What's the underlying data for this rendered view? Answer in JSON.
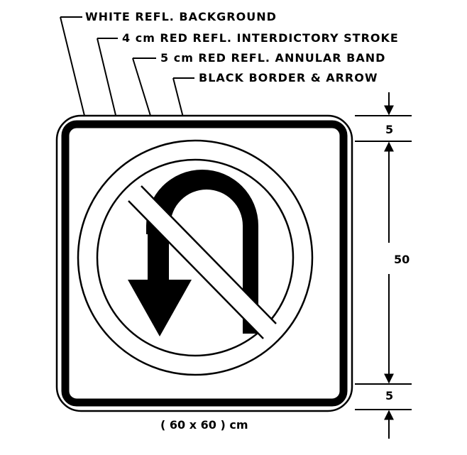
{
  "callouts": {
    "background": "WHITE REFL. BACKGROUND",
    "stroke": "4 cm RED REFL. INTERDICTORY STROKE",
    "band": "5 cm RED REFL. ANNULAR BAND",
    "border": "BLACK BORDER & ARROW"
  },
  "dimensions": {
    "top_margin": "5",
    "height": "50",
    "bottom_margin": "5",
    "overall_size": "( 60 x 60 ) cm"
  },
  "colors": {
    "ink": "#000000",
    "paper": "#ffffff"
  }
}
